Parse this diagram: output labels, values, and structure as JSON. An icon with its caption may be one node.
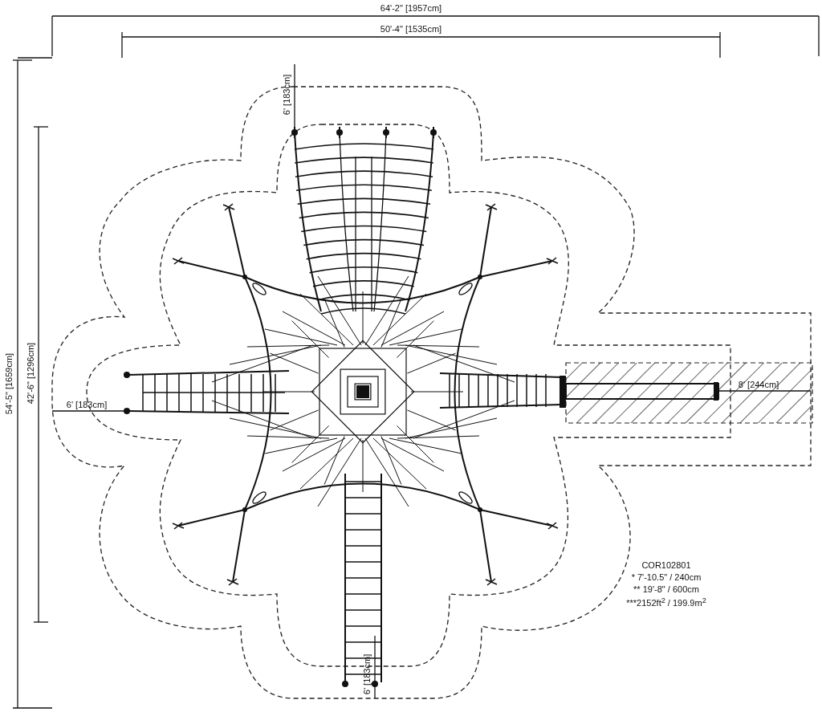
{
  "diagram": {
    "labels": [
      "64'-2\" [1957cm]",
      "50'-4\" [1535cm]",
      "6' [183cm]",
      "54'-5\" [1659cm]",
      "42'-6\" [1296cm]",
      "6' [183cm]",
      "8' [244cm]",
      "COR102801",
      "* 7'-10.5\" / 240cm",
      "** 19'-8\" / 600cm",
      "***2152ft$^{2}$ / 199.9m$^{2}$",
      "6' [183cm]"
    ]
  }
}
